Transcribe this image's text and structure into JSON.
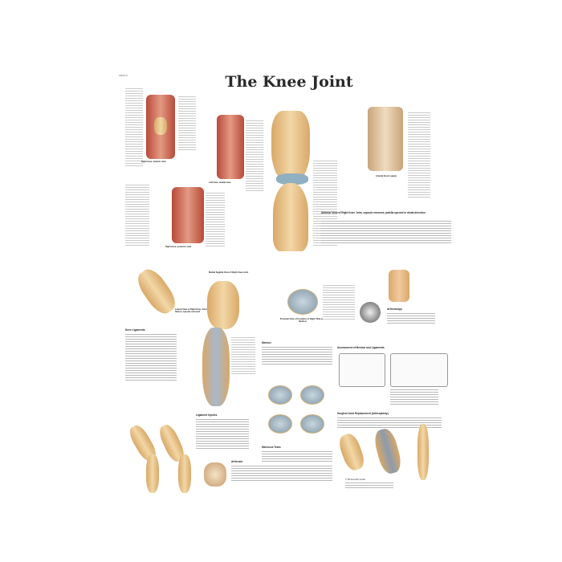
{
  "poster": {
    "code": "VR1174",
    "title": "The Knee Joint",
    "captions": {
      "anterior": "Right knee, anterior view",
      "medial": "Left knee, medial view",
      "posterior": "Right knee, posterior view",
      "arterial": "Arterial blood supply",
      "sagittal": "Medial Sagittal View of Right Knee Joint",
      "lateral": "Lateral View of Right Knee Joint in flexion, capsule removed",
      "proximal": "Proximal View of Condyles of Right Tibia with Menisci"
    },
    "sections": {
      "anterior_view": "Anterior View of Right Knee Joint, capsule removed, patella opened in distal direction",
      "knee_ligaments": "Knee Ligaments",
      "ligament_injuries": "Ligament Injuries",
      "menisci": "Menisci",
      "meniscus_tears": "Meniscus Tears",
      "assessment": "Assessment of Menisci and Ligaments",
      "arthroplasty": "Surgical Joint Replacement (Arthroplasty)",
      "arthroscopy": "Arthroscopy",
      "arthrosis": "Arthrosis"
    },
    "publisher": "© 3B Scientific GmbH"
  }
}
